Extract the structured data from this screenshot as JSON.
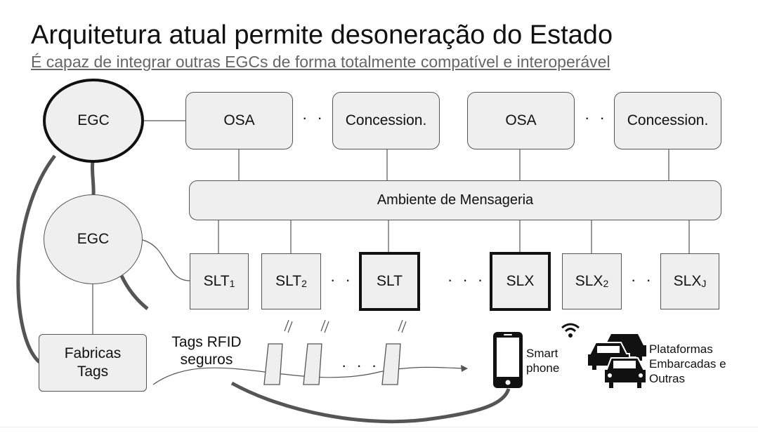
{
  "title": "Arquitetura atual permite desoneração do Estado",
  "subtitle": "É capaz de integrar outras EGCs de forma totalmente compatível e interoperável",
  "egc_top": "EGC",
  "egc_mid": "EGC",
  "fabricas_line1": "Fabricas",
  "fabricas_line2": "Tags",
  "top_boxes": [
    "OSA",
    "Concession.",
    "OSA",
    "Concession."
  ],
  "ellipsis": "· · ·",
  "messaging": "Ambiente de Mensageria",
  "slt1": {
    "base": "SLT",
    "sub": "1"
  },
  "slt2": {
    "base": "SLT",
    "sub": "2"
  },
  "slt_main": "SLT",
  "slx_main": "SLX",
  "slx2": {
    "base": "SLX",
    "sub": "2"
  },
  "slxj": {
    "base": "SLX",
    "sub": "J"
  },
  "tags_line1": "Tags RFID",
  "tags_line2": "seguros",
  "smartphone_line1": "Smart",
  "smartphone_line2": "phone",
  "platforms_line1": "Plataformas",
  "platforms_line2": "Embarcadas e",
  "platforms_line3": "Outras",
  "icons": [
    "smartphone-icon",
    "wifi-icon",
    "cars-icon",
    "rfid-tag-icon"
  ]
}
